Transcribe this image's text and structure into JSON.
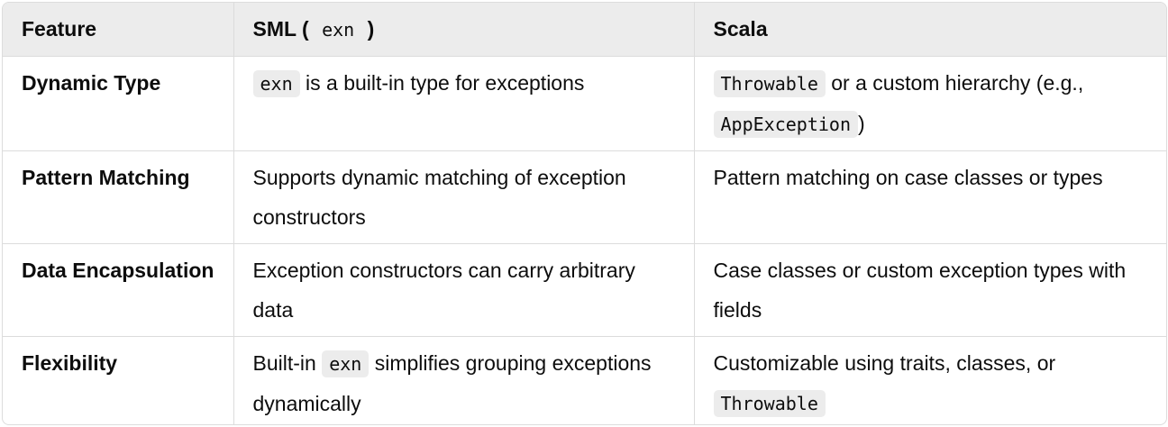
{
  "table": {
    "headers": {
      "feature": "Feature",
      "sml_prefix": "SML (",
      "sml_code": "exn",
      "sml_suffix": ")",
      "scala": "Scala"
    },
    "rows": [
      {
        "feature": "Dynamic Type",
        "sml": {
          "code": "exn",
          "text": " is a built-in type for exceptions"
        },
        "scala": {
          "code1": "Throwable",
          "text": " or a custom hierarchy (e.g., ",
          "code2": "AppException",
          "suffix": ")"
        }
      },
      {
        "feature": "Pattern Matching",
        "sml": {
          "text": "Supports dynamic matching of exception constructors"
        },
        "scala": {
          "text": "Pattern matching on case classes or types"
        }
      },
      {
        "feature": "Data Encapsulation",
        "sml": {
          "text": "Exception constructors can carry arbitrary data"
        },
        "scala": {
          "text": "Case classes or custom exception types with fields"
        }
      },
      {
        "feature": "Flexibility",
        "sml": {
          "prefix": "Built-in ",
          "code": "exn",
          "text": " simplifies grouping exceptions dynamically"
        },
        "scala": {
          "text": "Customizable using traits, classes, or ",
          "code": "Throwable"
        }
      }
    ]
  }
}
